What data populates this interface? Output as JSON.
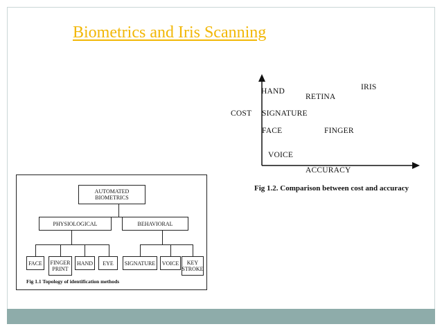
{
  "slide": {
    "title": "Biometrics and Iris Scanning",
    "title_color": "#f2b705",
    "footer_color": "#8eacaa"
  },
  "fig2": {
    "y_axis_label": "COST",
    "x_axis_label": "ACCURACY",
    "points": {
      "hand": "HAND",
      "retina": "RETINA",
      "iris": "IRIS",
      "signature": "SIGNATURE",
      "face": "FACE",
      "finger": "FINGER",
      "voice": "VOICE"
    },
    "caption": "Fig 1.2. Comparison between cost and accuracy"
  },
  "fig1": {
    "root": [
      "AUTOMATED",
      "BIOMETRICS"
    ],
    "physiological": "PHYSIOLOGICAL",
    "behavioral": "BEHAVIORAL",
    "face": "FACE",
    "finger_print": [
      "FINGER",
      "PRINT"
    ],
    "hand": "HAND",
    "eye": "EYE",
    "signature": "SIGNATURE",
    "voice": "VOICE",
    "key_stroke": [
      "KEY",
      "STROKE"
    ],
    "caption": "Fig 1.1 Topology of identification methods"
  }
}
